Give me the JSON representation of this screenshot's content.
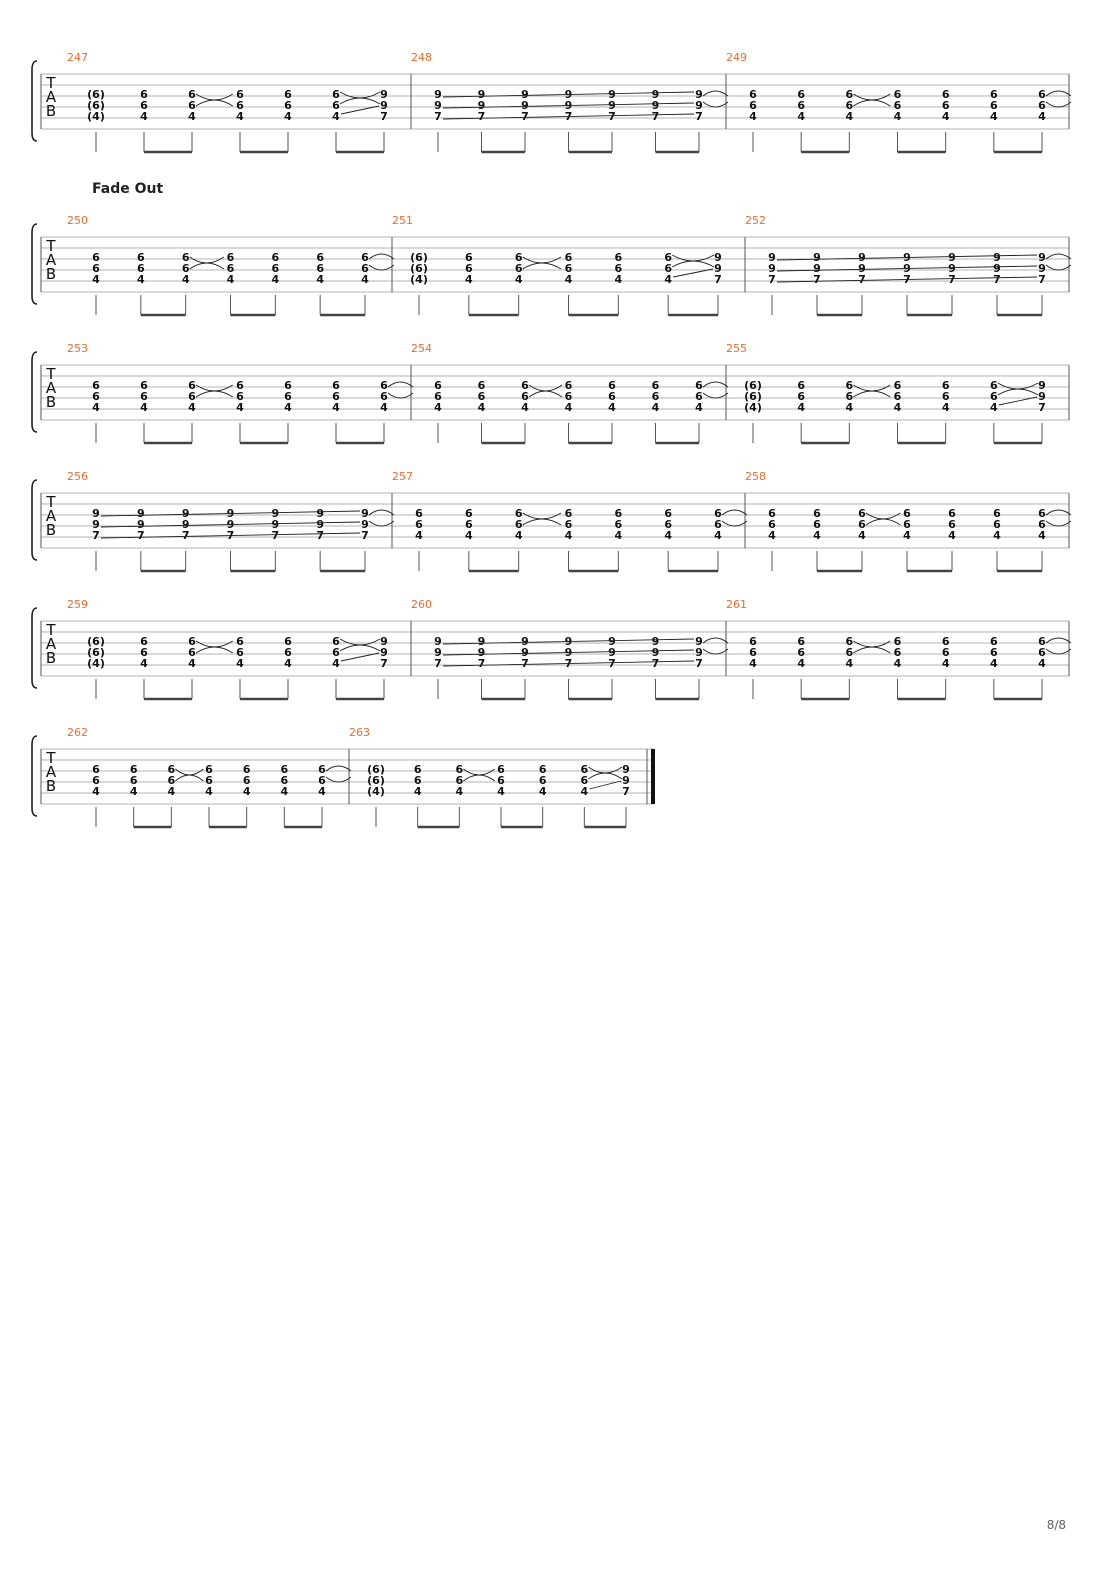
{
  "page": {
    "page_label": "8/8"
  },
  "annotations": {
    "fade_out": "Fade Out"
  },
  "tab_letters": [
    "T",
    "A",
    "B"
  ],
  "patterns": {
    "A": [
      {
        "top": "(6)",
        "mid": "(6)",
        "bot": "(4)"
      },
      {
        "top": "6",
        "mid": "6",
        "bot": "4"
      },
      {
        "top": "6",
        "mid": "6",
        "bot": "4"
      },
      {
        "top": "6",
        "mid": "6",
        "bot": "4"
      },
      {
        "top": "6",
        "mid": "6",
        "bot": "4"
      },
      {
        "top": "6",
        "mid": "6",
        "bot": "4"
      },
      {
        "top": "9",
        "mid": "9",
        "bot": "7"
      }
    ],
    "B": [
      {
        "top": "9",
        "mid": "9",
        "bot": "7"
      },
      {
        "top": "9",
        "mid": "9",
        "bot": "7"
      },
      {
        "top": "9",
        "mid": "9",
        "bot": "7"
      },
      {
        "top": "9",
        "mid": "9",
        "bot": "7"
      },
      {
        "top": "9",
        "mid": "9",
        "bot": "7"
      },
      {
        "top": "9",
        "mid": "9",
        "bot": "7"
      },
      {
        "top": "9",
        "mid": "9",
        "bot": "7"
      }
    ],
    "C": [
      {
        "top": "6",
        "mid": "6",
        "bot": "4"
      },
      {
        "top": "6",
        "mid": "6",
        "bot": "4"
      },
      {
        "top": "6",
        "mid": "6",
        "bot": "4"
      },
      {
        "top": "6",
        "mid": "6",
        "bot": "4"
      },
      {
        "top": "6",
        "mid": "6",
        "bot": "4"
      },
      {
        "top": "6",
        "mid": "6",
        "bot": "4"
      },
      {
        "top": "6",
        "mid": "6",
        "bot": "4"
      }
    ]
  },
  "systems": [
    {
      "measures": [
        {
          "number": "247",
          "pattern": "A"
        },
        {
          "number": "248",
          "pattern": "B"
        },
        {
          "number": "249",
          "pattern": "C"
        }
      ]
    },
    {
      "measures": [
        {
          "number": "250",
          "pattern": "C"
        },
        {
          "number": "251",
          "pattern": "A"
        },
        {
          "number": "252",
          "pattern": "B"
        }
      ]
    },
    {
      "measures": [
        {
          "number": "253",
          "pattern": "C"
        },
        {
          "number": "254",
          "pattern": "C"
        },
        {
          "number": "255",
          "pattern": "A"
        }
      ]
    },
    {
      "measures": [
        {
          "number": "256",
          "pattern": "B"
        },
        {
          "number": "257",
          "pattern": "C"
        },
        {
          "number": "258",
          "pattern": "C"
        }
      ]
    },
    {
      "measures": [
        {
          "number": "259",
          "pattern": "A"
        },
        {
          "number": "260",
          "pattern": "B"
        },
        {
          "number": "261",
          "pattern": "C"
        }
      ]
    },
    {
      "measures": [
        {
          "number": "262",
          "pattern": "C"
        },
        {
          "number": "263",
          "pattern": "A"
        }
      ]
    }
  ]
}
